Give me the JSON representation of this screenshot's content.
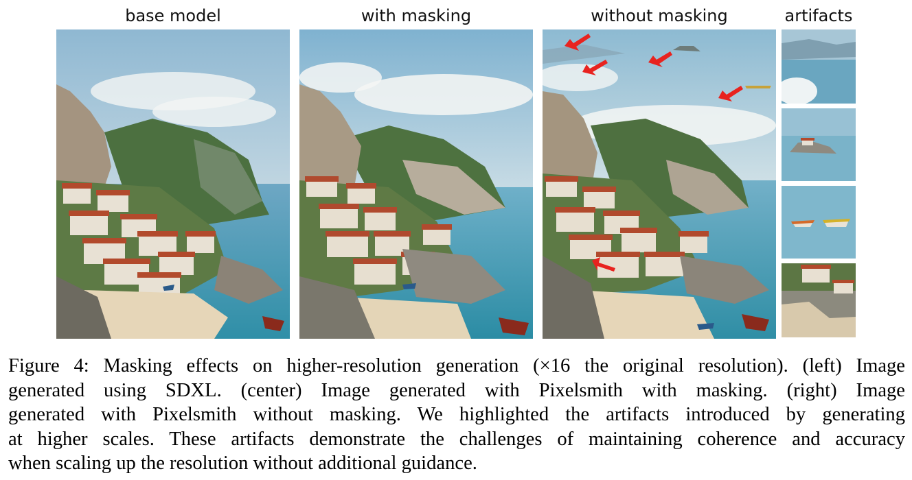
{
  "figure": {
    "columns": [
      {
        "title": "base model"
      },
      {
        "title": "with masking"
      },
      {
        "title": "without masking"
      },
      {
        "title": "artifacts"
      }
    ],
    "panels": {
      "base": {
        "name": "base-model-image"
      },
      "masked": {
        "name": "with-masking-image"
      },
      "unmasked": {
        "name": "without-masking-image"
      },
      "crops": [
        "artifact-crop-haze",
        "artifact-crop-island",
        "artifact-crop-boats",
        "artifact-crop-village"
      ]
    },
    "colors": {
      "arrow": "#e8231f",
      "sky": "#a9cbe0",
      "sea": "#3f8fb0",
      "cliff": "#9a8c78",
      "foliage": "#4e7040",
      "roof": "#b24a2c",
      "sand": "#e6d6b8"
    }
  },
  "caption": {
    "lines": [
      "Figure 4: Masking effects on higher-resolution generation (×16 the original resolution). (left) Image",
      "generated using SDXL. (center) Image generated with Pixelsmith with masking. (right) Image",
      "generated with Pixelsmith without masking. We highlighted the artifacts introduced by generating",
      "at higher scales. These artifacts demonstrate the challenges of maintaining coherence and accuracy",
      "when scaling up the resolution without additional guidance."
    ]
  }
}
